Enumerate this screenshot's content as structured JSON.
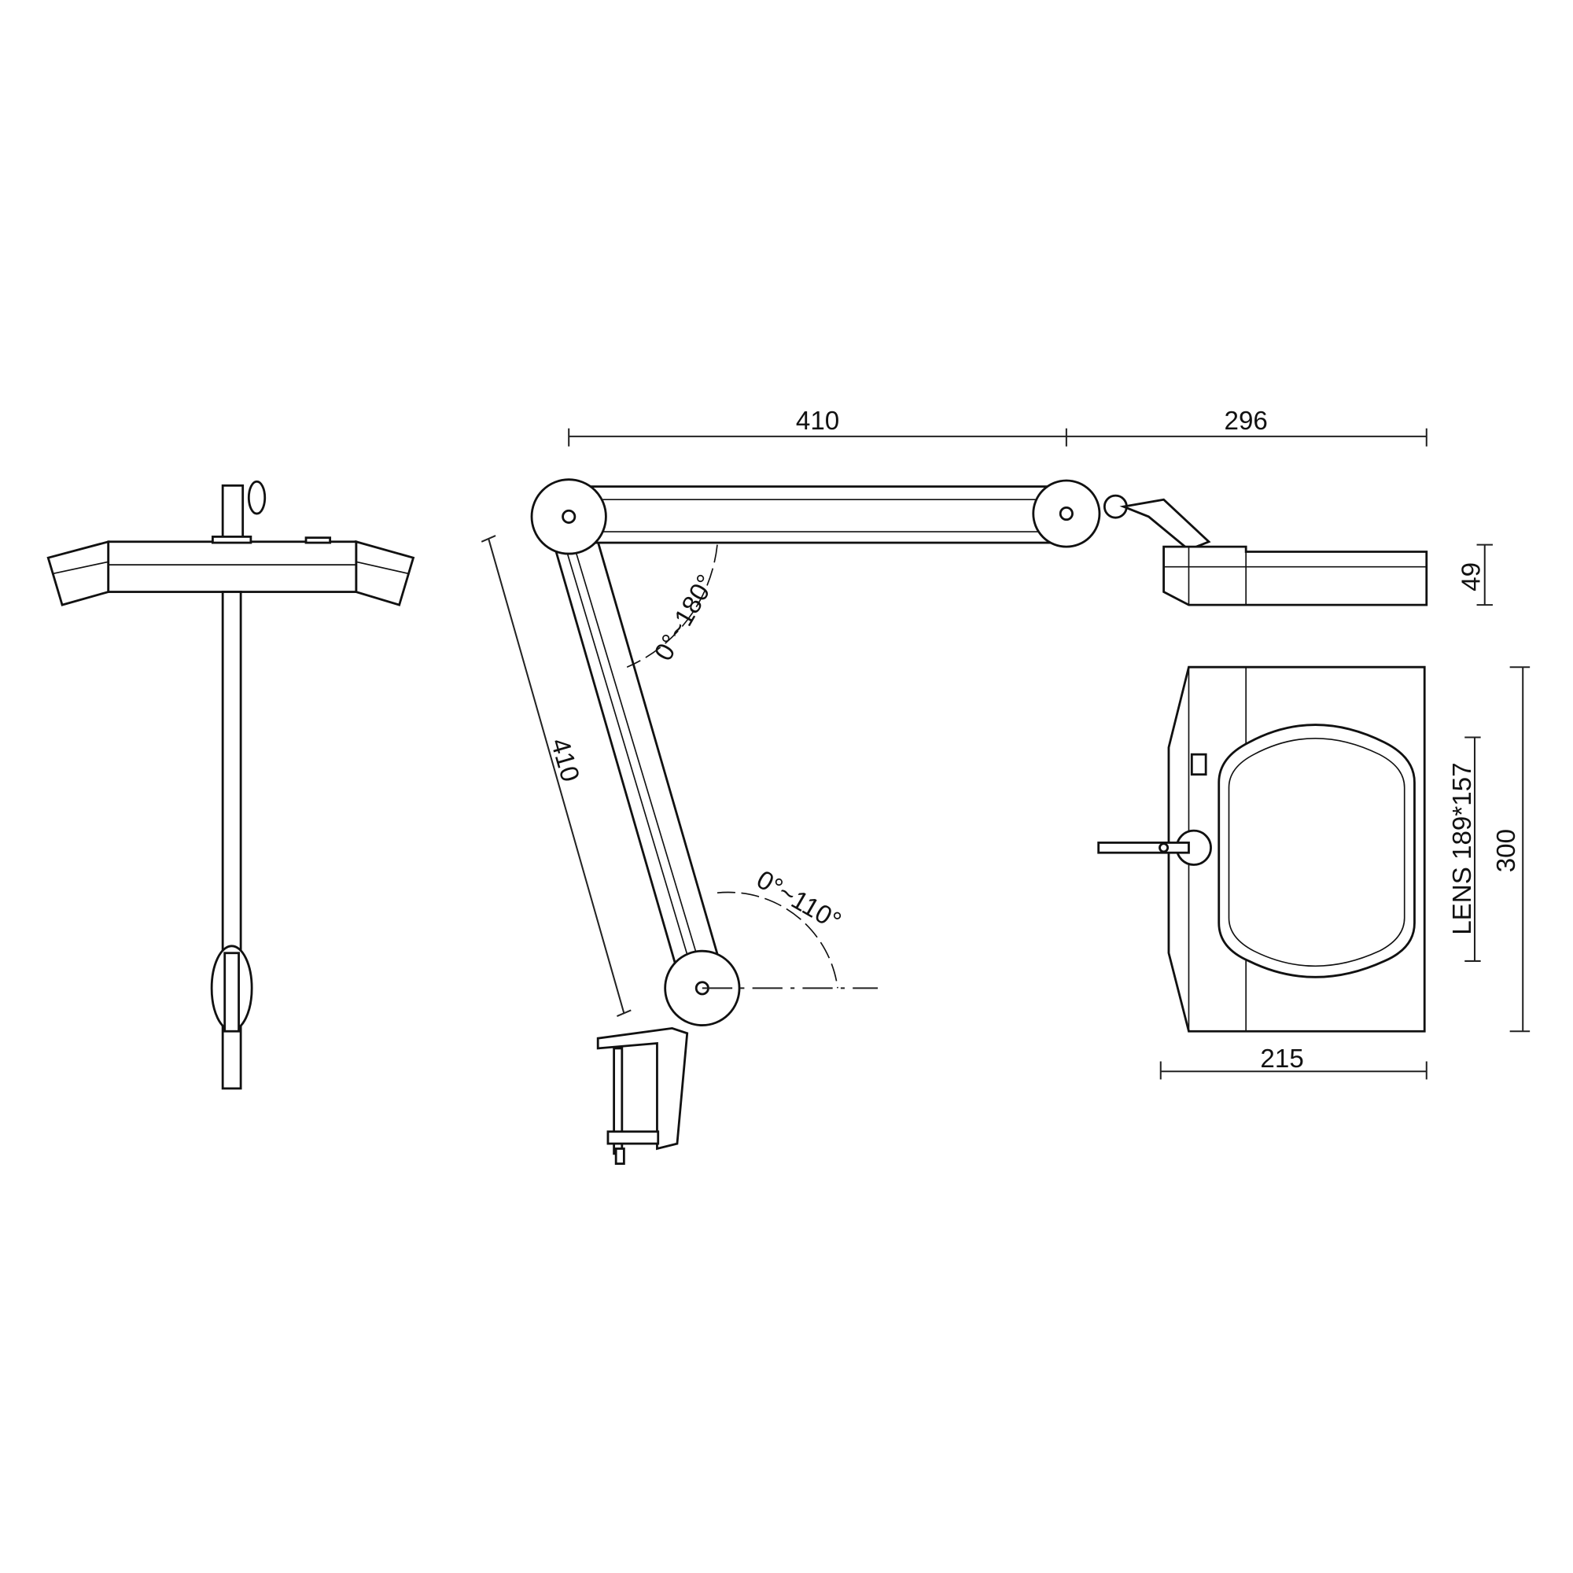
{
  "drawing": {
    "dimensions": {
      "upper_arm_length": "410",
      "head_reach": "296",
      "lower_arm_length": "410",
      "head_height": "49",
      "head_length": "300",
      "head_width": "215",
      "lens_size": "LENS 189*157"
    },
    "angles": {
      "elbow_range": "0°~180°",
      "base_range": "0°~110°"
    },
    "line_color": "#111111",
    "background": "#ffffff"
  }
}
